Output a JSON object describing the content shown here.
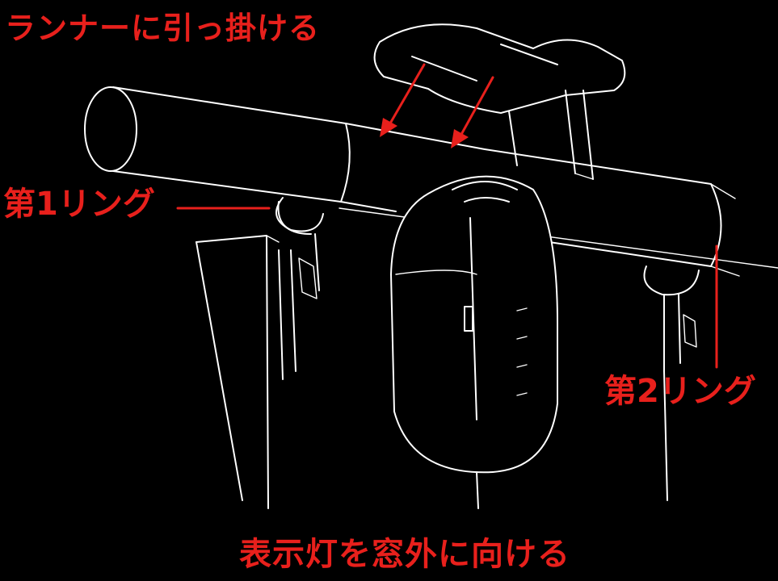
{
  "annotations": {
    "hook_on_runner": "ランナーに引っ掛ける",
    "first_ring": "第1リング",
    "second_ring": "第2リング",
    "indicator_outside": "表示灯を窓外に向ける"
  },
  "colors": {
    "background": "#000000",
    "line_art": "#ffffff",
    "annotation": "#e8201c"
  },
  "icons": {
    "arrows": [
      "down-left-arrow-icon",
      "down-left-arrow-icon"
    ]
  }
}
